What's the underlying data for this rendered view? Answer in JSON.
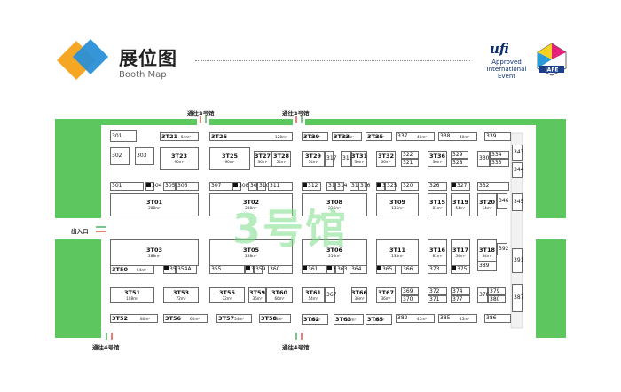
{
  "header": {
    "title_cn": "展位图",
    "title_en": "Booth Map",
    "ufi_brand": "ufi",
    "ufi_lines": [
      "Approved",
      "International",
      "Event"
    ],
    "iafe_text": "IAFE"
  },
  "signs": {
    "to_hall2_left": "通往2号馆",
    "to_hall2_right": "通往2号馆",
    "to_hall4_left": "通往4号馆",
    "to_hall4_right": "通往4号馆",
    "exit": "出入口"
  },
  "hall_name": "3号馆",
  "colors": {
    "corridor": "#5ec65e",
    "booth_border": "#6a6a6a",
    "arrow_red": "#e33a2e",
    "arrow_green": "#2fa84f"
  },
  "booths": [
    {
      "id": "301",
      "area": ""
    },
    {
      "id": "3T21",
      "area": "54m²"
    },
    {
      "id": "3T26",
      "area": "128m²"
    },
    {
      "id": "3T30",
      "area": "36m²"
    },
    {
      "id": "3T33",
      "area": "36m²"
    },
    {
      "id": "3T35",
      "area": "36m²"
    },
    {
      "id": "337",
      "area": "40m²"
    },
    {
      "id": "338",
      "area": "40m²"
    },
    {
      "id": "339",
      "area": ""
    },
    {
      "id": "302",
      "area": ""
    },
    {
      "id": "303",
      "area": ""
    },
    {
      "id": "3T23",
      "area": "90m²"
    },
    {
      "id": "3T25",
      "area": "90m²"
    },
    {
      "id": "3T27",
      "area": "36m²"
    },
    {
      "id": "3T28",
      "area": "54m²"
    },
    {
      "id": "3T29",
      "area": "54m²"
    },
    {
      "id": "317",
      "area": ""
    },
    {
      "id": "318",
      "area": ""
    },
    {
      "id": "3T31",
      "area": "36m²"
    },
    {
      "id": "3T32",
      "area": "36m²"
    },
    {
      "id": "322",
      "area": ""
    },
    {
      "id": "321",
      "area": ""
    },
    {
      "id": "3T36",
      "area": "36m²"
    },
    {
      "id": "329",
      "area": ""
    },
    {
      "id": "328",
      "area": ""
    },
    {
      "id": "330",
      "area": ""
    },
    {
      "id": "334",
      "area": ""
    },
    {
      "id": "333",
      "area": ""
    },
    {
      "id": "343",
      "area": ""
    },
    {
      "id": "344",
      "area": ""
    },
    {
      "id": "301b",
      "label": "301",
      "area": ""
    },
    {
      "id": "304",
      "area": ""
    },
    {
      "id": "305",
      "area": ""
    },
    {
      "id": "306",
      "area": ""
    },
    {
      "id": "307",
      "area": ""
    },
    {
      "id": "308",
      "area": ""
    },
    {
      "id": "309",
      "area": ""
    },
    {
      "id": "310",
      "area": ""
    },
    {
      "id": "311",
      "area": ""
    },
    {
      "id": "312",
      "area": ""
    },
    {
      "id": "313",
      "area": ""
    },
    {
      "id": "314",
      "area": ""
    },
    {
      "id": "315",
      "area": ""
    },
    {
      "id": "316",
      "area": ""
    },
    {
      "id": "323",
      "area": ""
    },
    {
      "id": "325",
      "area": ""
    },
    {
      "id": "320",
      "area": ""
    },
    {
      "id": "326",
      "area": ""
    },
    {
      "id": "327",
      "area": ""
    },
    {
      "id": "332",
      "area": ""
    },
    {
      "id": "3T01",
      "area": "288m²"
    },
    {
      "id": "3T02",
      "area": "288m²"
    },
    {
      "id": "3T08",
      "area": "216m²"
    },
    {
      "id": "3T09",
      "area": "135m²"
    },
    {
      "id": "3T15",
      "area": "81m²"
    },
    {
      "id": "3T19",
      "area": "54m²"
    },
    {
      "id": "3T20",
      "area": "54m²"
    },
    {
      "id": "346",
      "area": ""
    },
    {
      "id": "345",
      "area": ""
    },
    {
      "id": "3T03",
      "area": "288m²"
    },
    {
      "id": "3T05",
      "area": "288m²"
    },
    {
      "id": "3T06",
      "area": "216m²"
    },
    {
      "id": "3T11",
      "area": "135m²"
    },
    {
      "id": "3T16",
      "area": "81m²"
    },
    {
      "id": "3T17",
      "area": "54m²"
    },
    {
      "id": "3T18",
      "area": "54m²"
    },
    {
      "id": "392",
      "area": ""
    },
    {
      "id": "391",
      "area": ""
    },
    {
      "id": "3T50",
      "area": "54m²"
    },
    {
      "id": "354",
      "area": ""
    },
    {
      "id": "354A",
      "area": ""
    },
    {
      "id": "355",
      "area": ""
    },
    {
      "id": "358",
      "area": ""
    },
    {
      "id": "359",
      "area": ""
    },
    {
      "id": "360",
      "area": ""
    },
    {
      "id": "361",
      "area": ""
    },
    {
      "id": "362",
      "area": ""
    },
    {
      "id": "363",
      "area": ""
    },
    {
      "id": "364",
      "area": ""
    },
    {
      "id": "365",
      "area": ""
    },
    {
      "id": "366",
      "area": ""
    },
    {
      "id": "373",
      "area": ""
    },
    {
      "id": "375",
      "area": ""
    },
    {
      "id": "389",
      "area": ""
    },
    {
      "id": "3T51",
      "area": "108m²"
    },
    {
      "id": "3T53",
      "area": "72m²"
    },
    {
      "id": "3T55",
      "area": "72m²"
    },
    {
      "id": "3T59",
      "area": "36m²"
    },
    {
      "id": "3T60",
      "area": "66m²"
    },
    {
      "id": "3T61",
      "area": "54m²"
    },
    {
      "id": "367",
      "area": ""
    },
    {
      "id": "3T66",
      "area": "36m²"
    },
    {
      "id": "3T67",
      "area": "36m²"
    },
    {
      "id": "369",
      "area": ""
    },
    {
      "id": "370",
      "area": ""
    },
    {
      "id": "372",
      "area": ""
    },
    {
      "id": "371",
      "area": ""
    },
    {
      "id": "374",
      "area": ""
    },
    {
      "id": "377",
      "area": ""
    },
    {
      "id": "378",
      "area": ""
    },
    {
      "id": "379",
      "area": ""
    },
    {
      "id": "380",
      "area": ""
    },
    {
      "id": "387",
      "area": ""
    },
    {
      "id": "3T52",
      "area": "80m²"
    },
    {
      "id": "3T56",
      "area": "60m²"
    },
    {
      "id": "3T57",
      "area": "54m²"
    },
    {
      "id": "3T58",
      "area": "54m²"
    },
    {
      "id": "3T62",
      "area": "36m²"
    },
    {
      "id": "3T63",
      "area": "36m²"
    },
    {
      "id": "3T65",
      "area": "36m²"
    },
    {
      "id": "382",
      "area": "45m²"
    },
    {
      "id": "385",
      "area": "45m²"
    },
    {
      "id": "386",
      "area": ""
    }
  ]
}
